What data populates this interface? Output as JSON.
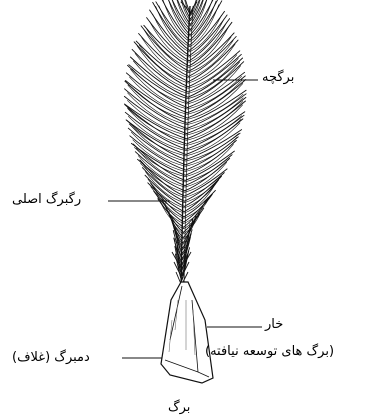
{
  "labels": {
    "leaflet": "برگچه",
    "main_vein": "رگبرگ اصلی",
    "spine": "خار",
    "spine_note": "(برگ های توسعه نیافته)",
    "sheath": "دمبرگ (غلاف)",
    "caption": "برگ"
  },
  "colors": {
    "ink": "#111111",
    "background": "#ffffff"
  }
}
